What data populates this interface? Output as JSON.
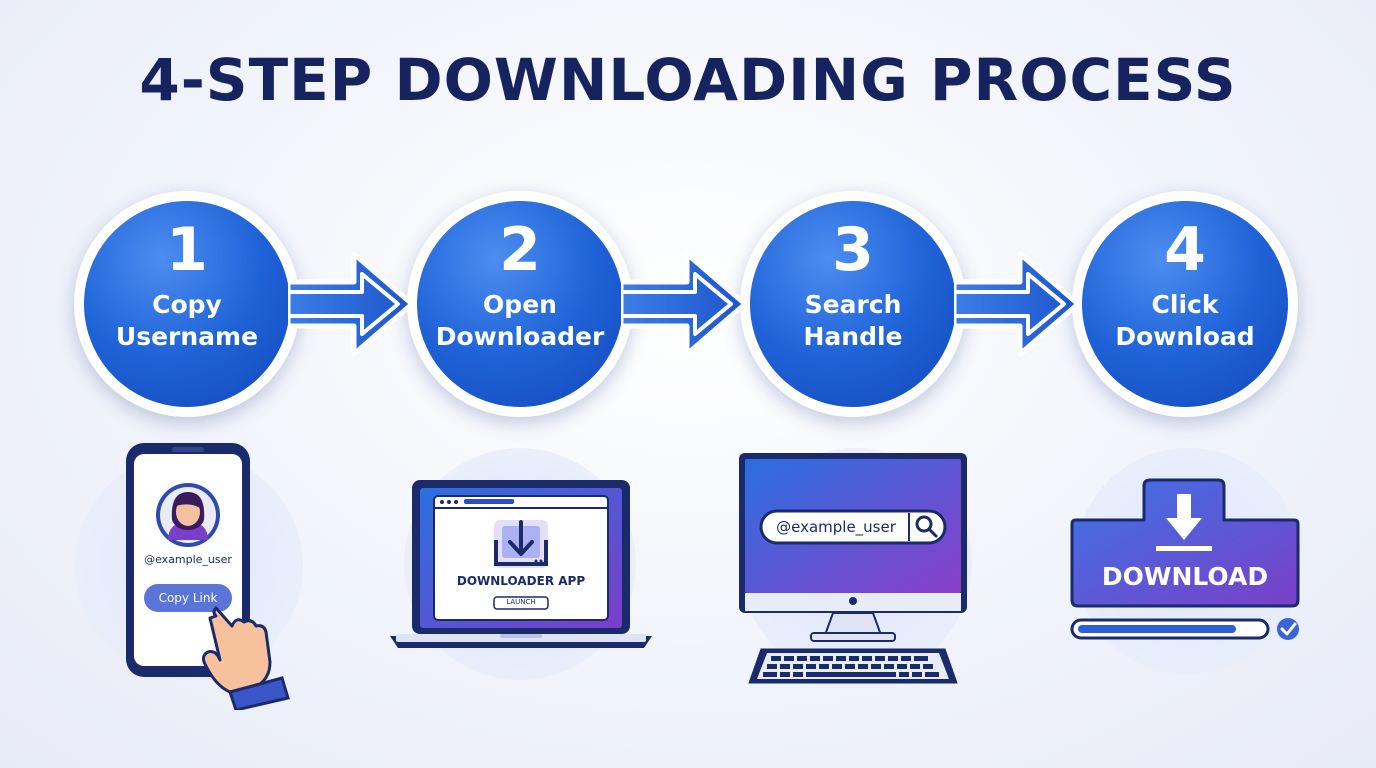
{
  "title": "4-STEP DOWNLOADING PROCESS",
  "colors": {
    "title": "#16235e",
    "step_blue": "#1f63d8",
    "accent_purple": "#7a3fc8"
  },
  "steps": [
    {
      "number": "1",
      "line1": "Copy",
      "line2": "Username"
    },
    {
      "number": "2",
      "line1": "Open",
      "line2": "Downloader"
    },
    {
      "number": "3",
      "line1": "Search",
      "line2": "Handle"
    },
    {
      "number": "4",
      "line1": "Click",
      "line2": "Download"
    }
  ],
  "phone": {
    "username": "@example_user",
    "button": "Copy Link",
    "icons": [
      "avatar-icon",
      "hand-pointer-icon"
    ]
  },
  "laptop": {
    "app_name": "DOWNLOADER APP",
    "button": "LAUNCH",
    "icons": [
      "download-tray-icon"
    ]
  },
  "monitor": {
    "search_value": "@example_user",
    "icons": [
      "search-icon"
    ]
  },
  "download": {
    "button": "DOWNLOAD",
    "progress": 0.86,
    "icons": [
      "download-arrow-icon",
      "check-icon"
    ]
  }
}
